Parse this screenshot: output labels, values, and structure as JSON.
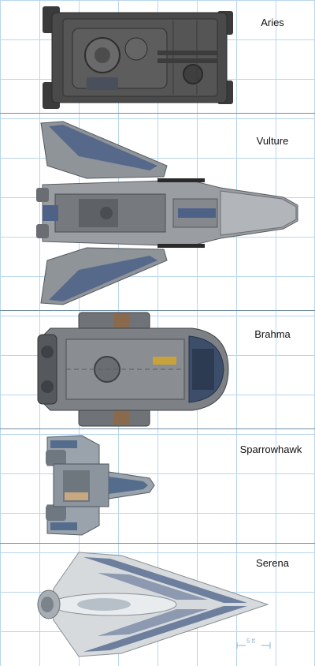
{
  "sheet": {
    "grid_color": "#b9d6ee",
    "divider_color": "#6f8fa8"
  },
  "ships": [
    {
      "name": "Aries",
      "hull_color": "#4a4a4a",
      "accent_color": "#5a6b84"
    },
    {
      "name": "Vulture",
      "hull_color": "#8f9499",
      "accent_color": "#4e6288"
    },
    {
      "name": "Brahma",
      "hull_color": "#7d8186",
      "accent_color": "#3c4e6a"
    },
    {
      "name": "Sparrowhawk",
      "hull_color": "#9aa3ab",
      "accent_color": "#556d8c"
    },
    {
      "name": "Serena",
      "hull_color": "#d6dadd",
      "accent_color": "#5a6e92"
    }
  ],
  "scale": {
    "label": "5 ft"
  }
}
